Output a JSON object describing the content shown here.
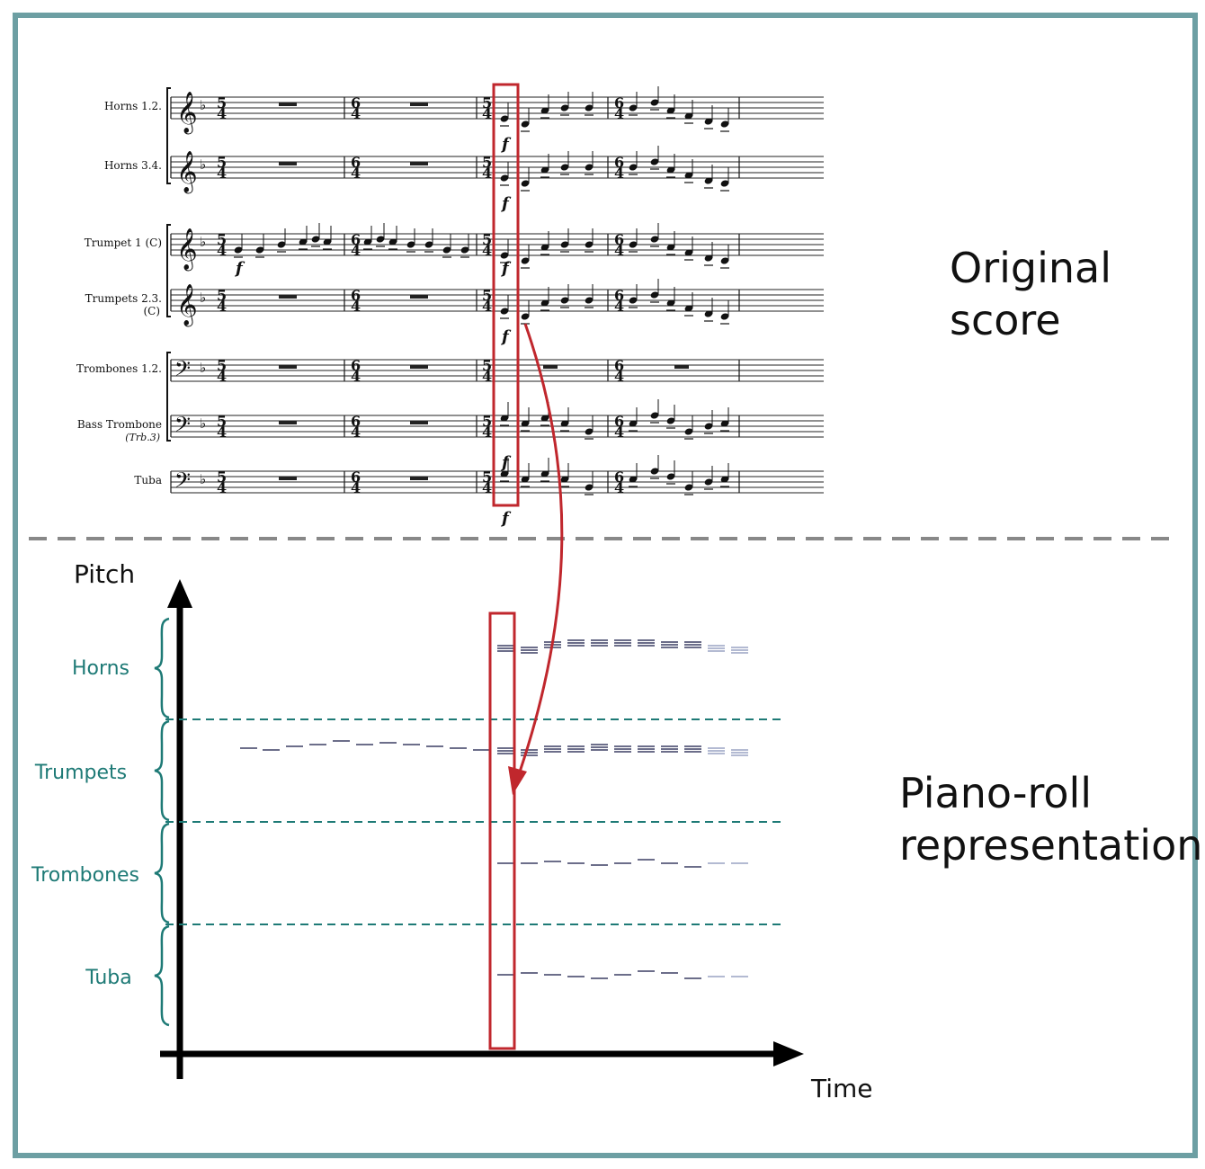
{
  "titles": {
    "score_line1": "Original",
    "score_line2": "score",
    "roll_line1": "Piano-roll",
    "roll_line2": "representation"
  },
  "axes": {
    "y_label": "Pitch",
    "x_label": "Time"
  },
  "instrument_groups": [
    "Horns",
    "Trumpets",
    "Trombones",
    "Tuba"
  ],
  "staves": [
    {
      "name": "Horns 1.2.",
      "sub": "",
      "clef": "treble"
    },
    {
      "name": "Horns 3.4.",
      "sub": "",
      "clef": "treble"
    },
    {
      "name": "Trumpet 1 (C)",
      "sub": "",
      "clef": "treble"
    },
    {
      "name": "Trumpets 2.3.",
      "sub": "(C)",
      "clef": "treble"
    },
    {
      "name": "Trombones 1.2.",
      "sub": "",
      "clef": "bass"
    },
    {
      "name": "Bass Trombone",
      "sub": "(Trb.3)",
      "clef": "bass"
    },
    {
      "name": "Tuba",
      "sub": "",
      "clef": "bass"
    }
  ],
  "time_signatures": [
    "5/4",
    "6/4",
    "5/4",
    "6/4"
  ],
  "dynamics_mark": "f",
  "colors": {
    "frame": "#6d9fa3",
    "highlight": "#c0272d",
    "group_label": "#1e7a76",
    "roll_note": "#3c3f63",
    "roll_note_fade": "#9aa3c4",
    "divider": "#888888"
  }
}
